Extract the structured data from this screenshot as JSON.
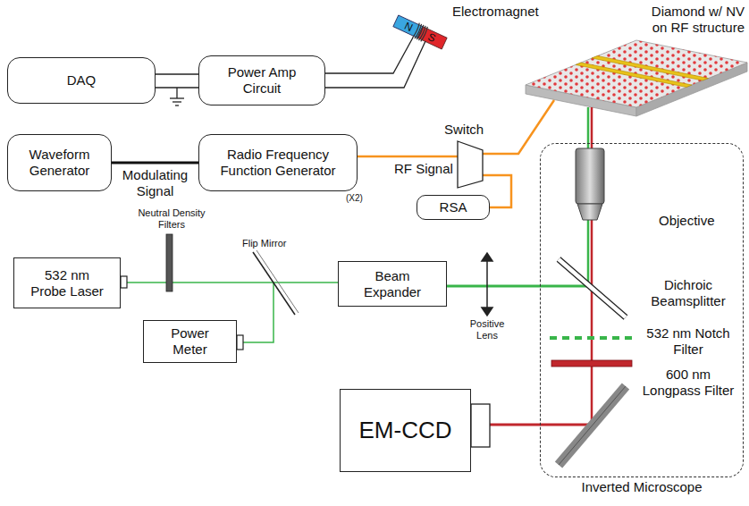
{
  "diagram": {
    "nodes": [
      {
        "text": [
          "DAQ"
        ]
      },
      {
        "text": [
          "Power Amp Circuit"
        ]
      },
      {
        "text": [
          "Waveform Generator"
        ]
      },
      {
        "text": [
          "Radio Frequency Function Generator"
        ]
      },
      {
        "text": [
          "RSA"
        ]
      },
      {
        "text": [
          "532 nm Probe Laser"
        ]
      },
      {
        "text": [
          "Power Meter"
        ]
      },
      {
        "text": [
          "Beam Expander"
        ]
      },
      {
        "text": [
          "Inverted Microscope"
        ]
      },
      {
        "text": [
          "EM-CCD"
        ]
      }
    ],
    "edges": [
      {
        "from": 0,
        "to": 1,
        "arrow": "none"
      },
      {
        "from": 2,
        "to": 3,
        "label": "Modulating Signal",
        "arrow": "none"
      },
      {
        "from": 3,
        "to": 4,
        "arrow": "none"
      },
      {
        "from": 5,
        "to": 7,
        "arrow": "none"
      },
      {
        "from": 5,
        "to": 6,
        "arrow": "none"
      },
      {
        "from": 7,
        "to": 8,
        "arrow": "none"
      },
      {
        "from": 8,
        "to": 9,
        "arrow": "none"
      }
    ],
    "labels": [
      "Electromagnet",
      "N",
      "S",
      "Diamond w/ NV on RF structure",
      "Switch",
      "RF Signal",
      "(X2)",
      "Neutral Density Filters",
      "Flip Mirror",
      "Positive Lens",
      "Objective",
      "Dichroic Beamsplitter",
      "532 nm Notch Filter",
      "600 nm Longpass Filter"
    ]
  }
}
